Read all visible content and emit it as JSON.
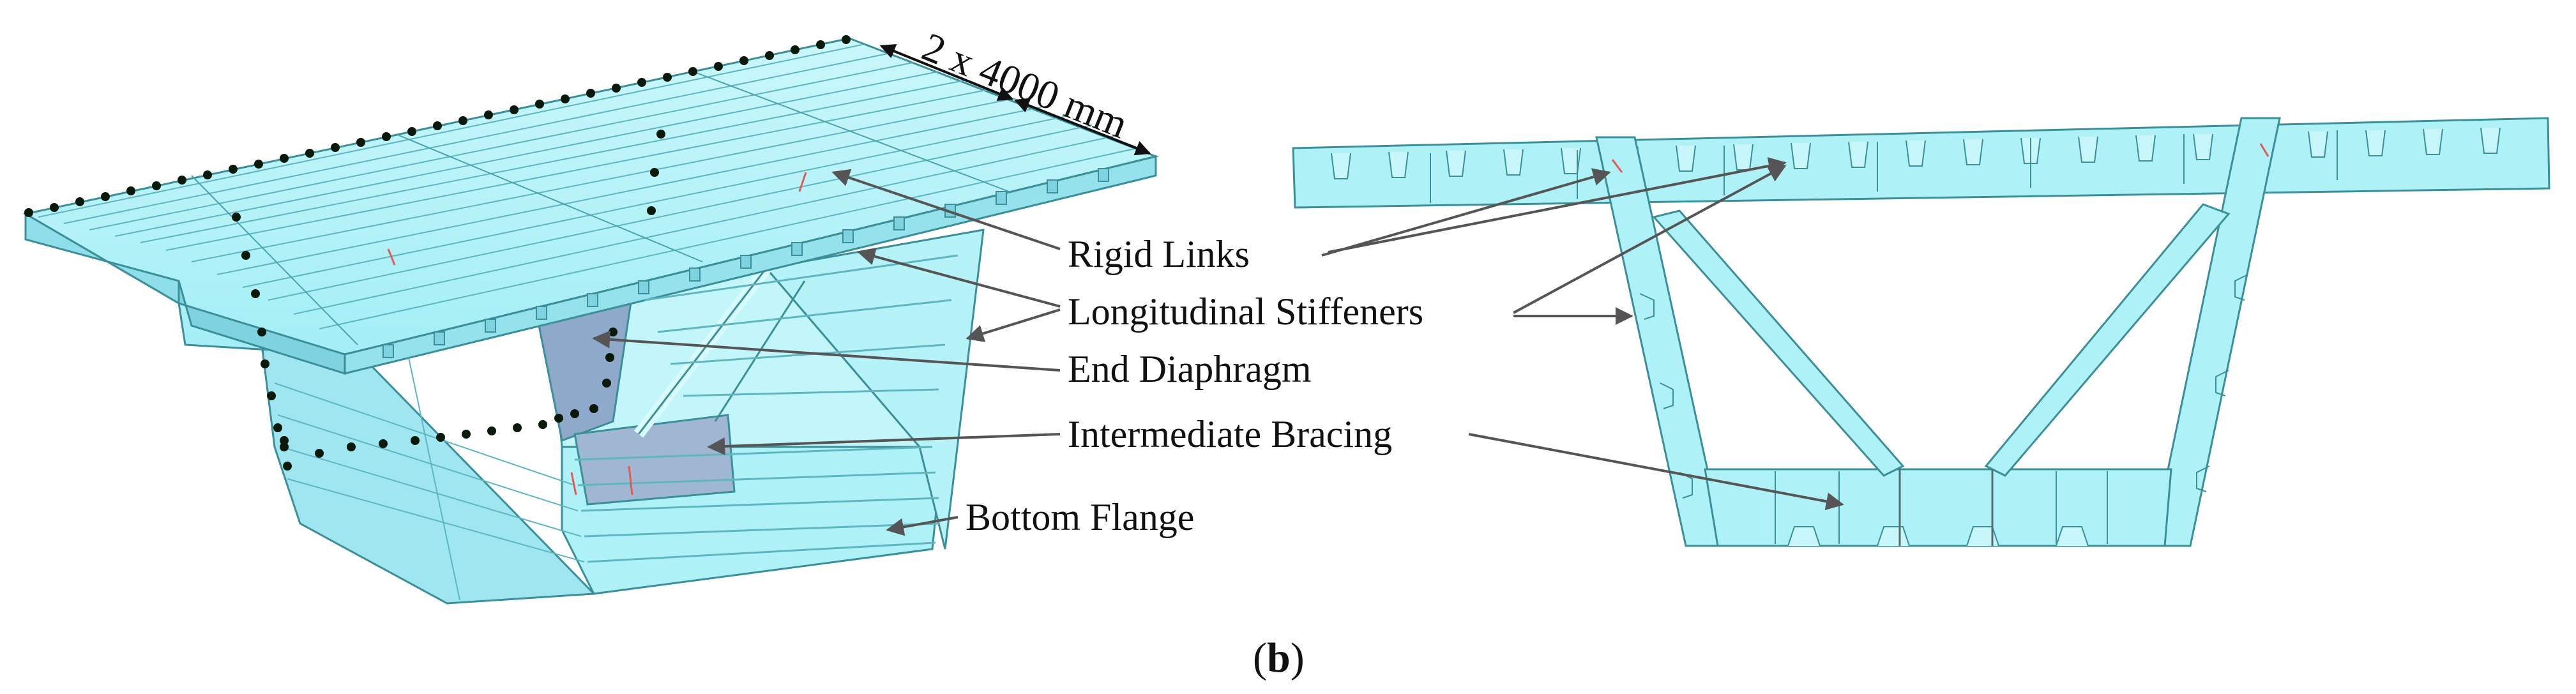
{
  "labels": {
    "dimension": "2 x 4000 mm",
    "rigid_links": "Rigid Links",
    "longitudinal_stiffeners": "Longitudinal Stiffeners",
    "end_diaphragm": "End Diaphragm",
    "intermediate_bracing": "Intermediate Bracing",
    "bottom_flange": "Bottom Flange"
  },
  "caption": {
    "open": "(",
    "letter": "b",
    "close": ")"
  },
  "colors": {
    "steel_fill": "#aef2f8",
    "steel_fill_dark": "#8fdfea",
    "steel_fill_light": "#c8f7fb",
    "steel_edge": "#3b8f99",
    "node": "#0a1a0a",
    "arrow": "#555555",
    "rigid_link_mark": "#e05a5a"
  }
}
